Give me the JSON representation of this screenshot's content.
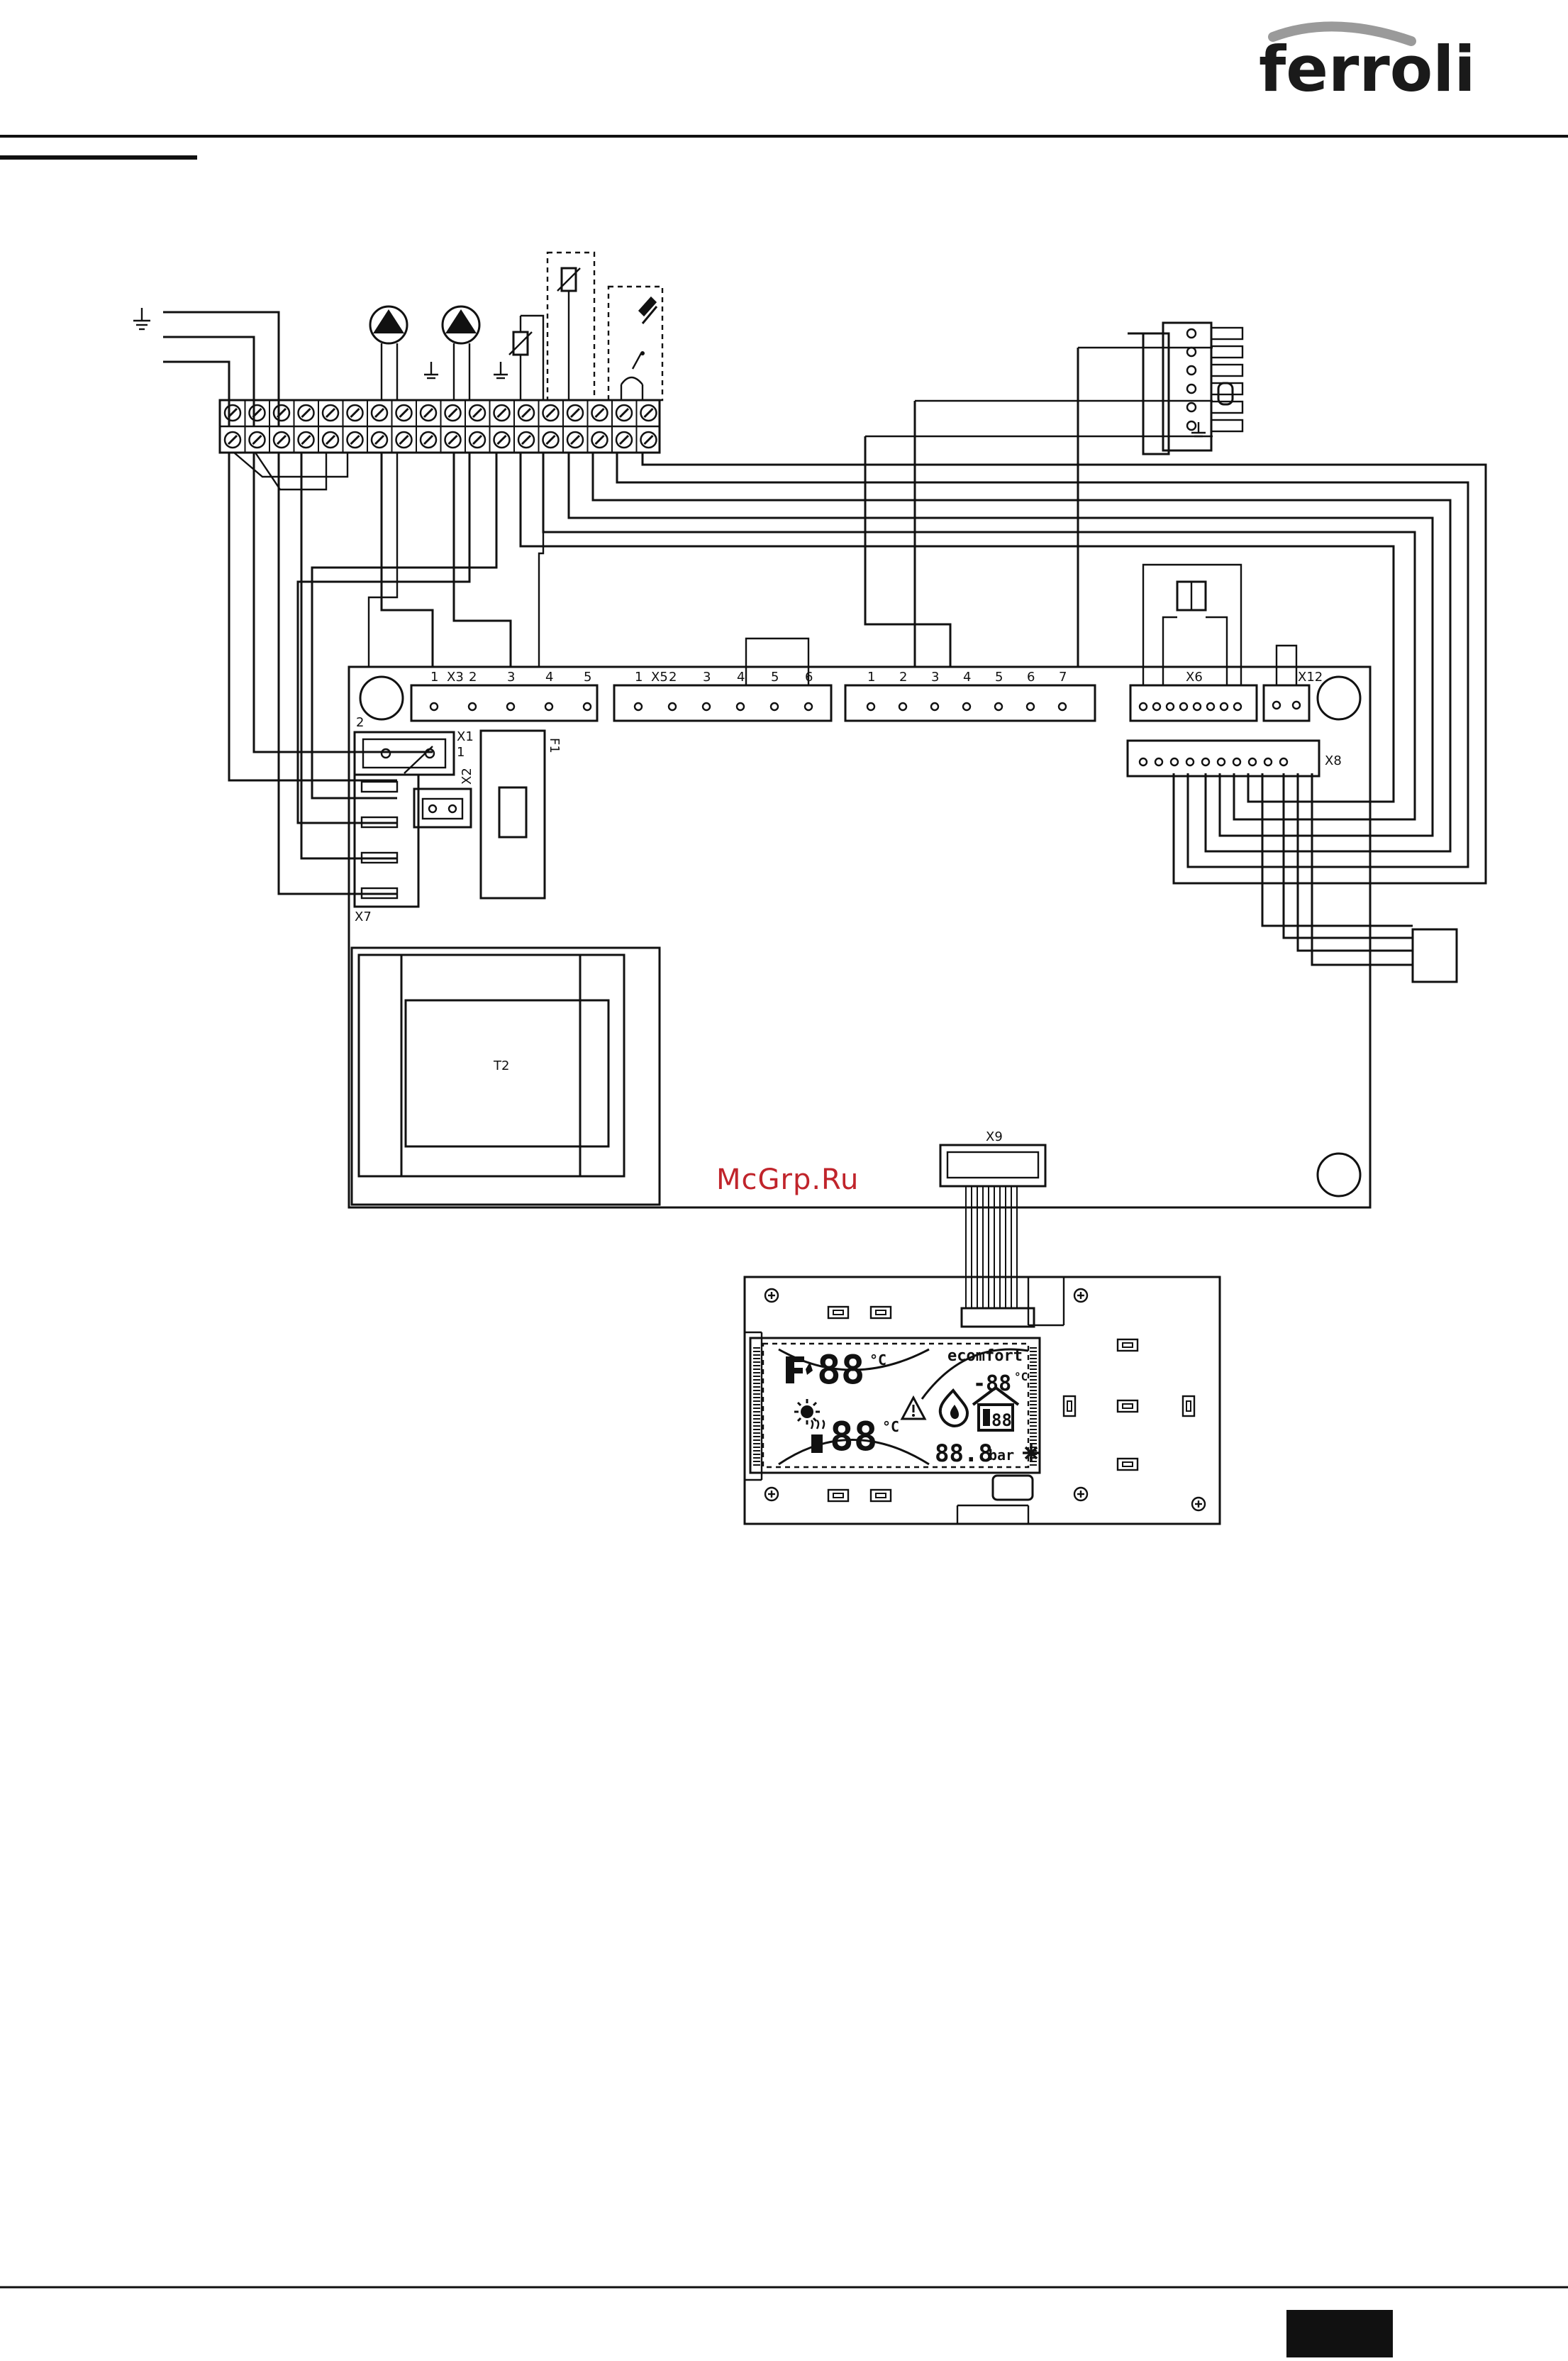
{
  "header": {
    "brand": "ferroli"
  },
  "watermark": "McGrp.Ru",
  "board": {
    "connectors": {
      "x1": "X1",
      "x2": "X2",
      "x3": "X3",
      "x5": "X5",
      "x6": "X6",
      "x7": "X7",
      "x8": "X8",
      "x9": "X9",
      "x12": "X12",
      "f1": "F1",
      "t2": "T2"
    },
    "x1_pins": [
      "2",
      "1"
    ],
    "x3_pins": [
      "1",
      "2",
      "3",
      "4",
      "5"
    ],
    "x5_pins": [
      "1",
      "2",
      "3",
      "4",
      "5",
      "6"
    ],
    "x4_pins": [
      "1",
      "2",
      "3",
      "4",
      "5",
      "6",
      "7"
    ]
  },
  "display": {
    "brand": "ecomfort",
    "digits_top": "88",
    "digits_bottom": "88",
    "digits_small": "-88",
    "digits_pressure": "88.8",
    "unit_c": "°C",
    "unit_bar": "bar"
  },
  "footer": {
    "page_tab": ""
  }
}
